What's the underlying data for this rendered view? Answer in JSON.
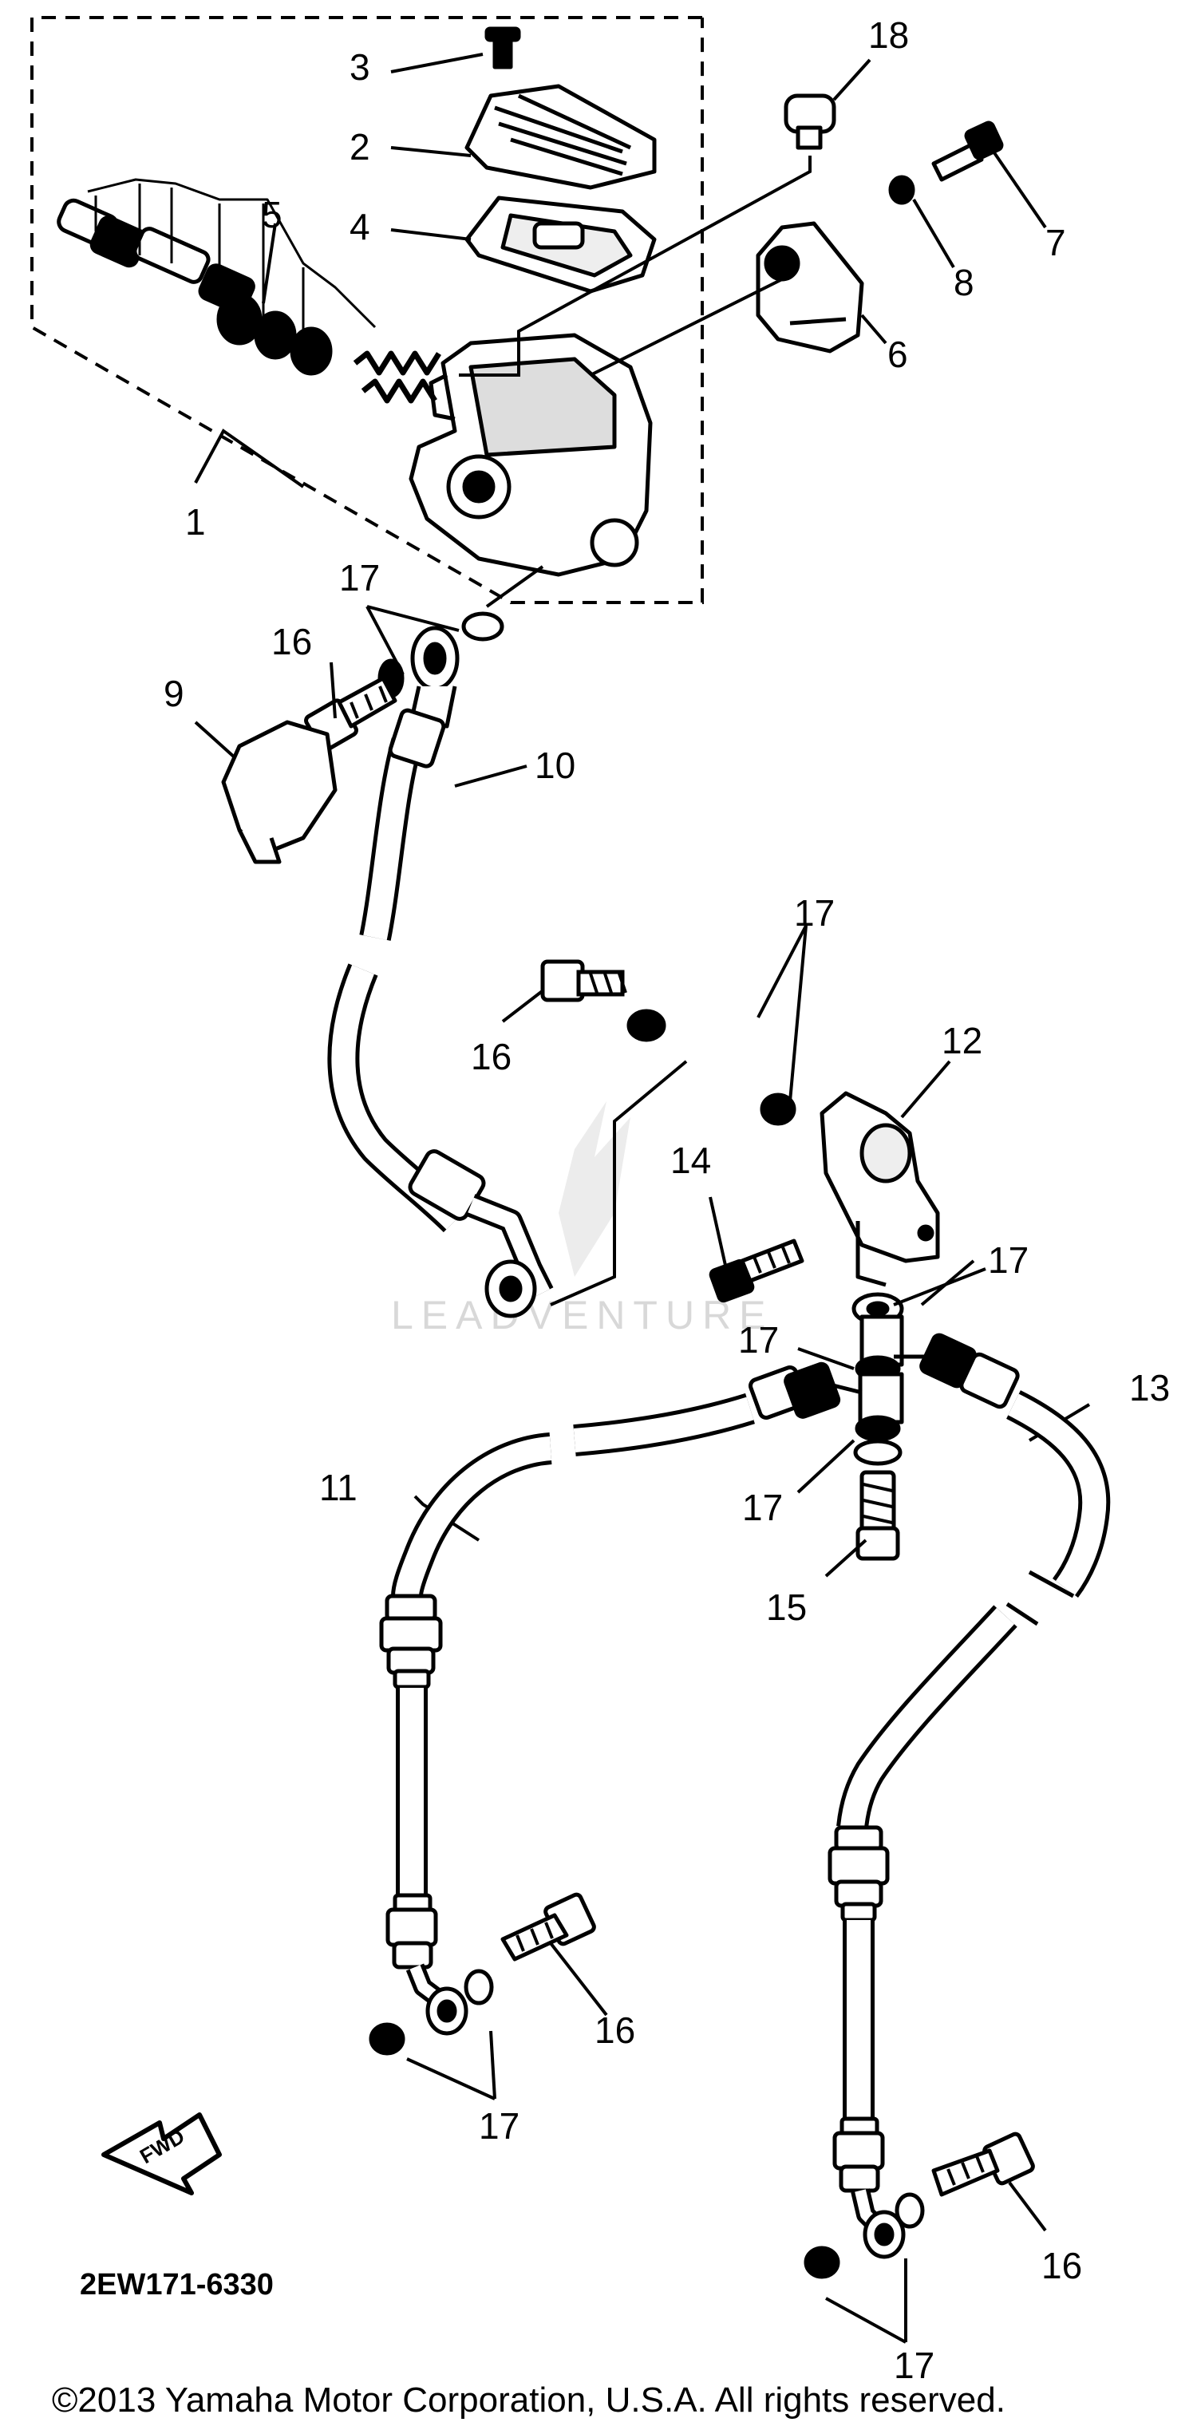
{
  "diagram": {
    "part_code": "2EW171-6330",
    "copyright": "©2013 Yamaha Motor Corporation, U.S.A. All rights reserved.",
    "watermark": "LEADVENTURE",
    "forward_marker": "FWD",
    "callouts": [
      {
        "id": "c1",
        "label": "1"
      },
      {
        "id": "c2",
        "label": "2"
      },
      {
        "id": "c3",
        "label": "3"
      },
      {
        "id": "c4",
        "label": "4"
      },
      {
        "id": "c5",
        "label": "5"
      },
      {
        "id": "c6",
        "label": "6"
      },
      {
        "id": "c7",
        "label": "7"
      },
      {
        "id": "c8",
        "label": "8"
      },
      {
        "id": "c9",
        "label": "9"
      },
      {
        "id": "c10",
        "label": "10"
      },
      {
        "id": "c11",
        "label": "11"
      },
      {
        "id": "c12",
        "label": "12"
      },
      {
        "id": "c13",
        "label": "13"
      },
      {
        "id": "c14",
        "label": "14"
      },
      {
        "id": "c15",
        "label": "15"
      },
      {
        "id": "c16a",
        "label": "16"
      },
      {
        "id": "c16b",
        "label": "16"
      },
      {
        "id": "c16c",
        "label": "16"
      },
      {
        "id": "c16d",
        "label": "16"
      },
      {
        "id": "c17a",
        "label": "17"
      },
      {
        "id": "c17b",
        "label": "17"
      },
      {
        "id": "c17c",
        "label": "17"
      },
      {
        "id": "c17d",
        "label": "17"
      },
      {
        "id": "c17e",
        "label": "17"
      },
      {
        "id": "c17f",
        "label": "17"
      },
      {
        "id": "c17g",
        "label": "17"
      },
      {
        "id": "c18",
        "label": "18"
      }
    ]
  }
}
